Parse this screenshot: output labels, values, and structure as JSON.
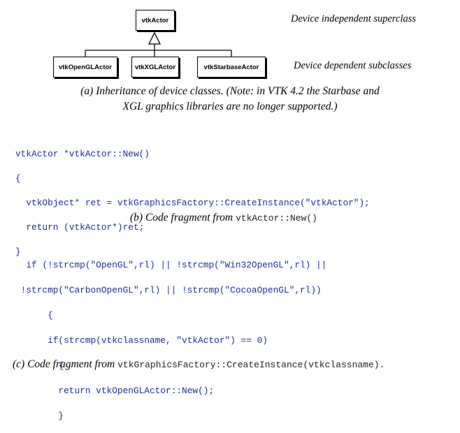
{
  "diagram": {
    "superclass": "vtkActor",
    "subclasses": [
      "vtkOpenGLActor",
      "vtkXGLActor",
      "vtkStarbaseActor"
    ],
    "label_top": "Device independent superclass",
    "label_bottom": "Device dependent subclasses"
  },
  "caption_a": {
    "line1": "(a) Inheritance of device classes. (Note: in VTK 4.2 the Starbase and",
    "line2": "XGL graphics libraries are no longer supported.)"
  },
  "code_b": {
    "lines": [
      "vtkActor *vtkActor::New()",
      "{",
      "  vtkObject* ret = vtkGraphicsFactory::CreateInstance(\"vtkActor\");",
      "  return (vtkActor*)ret;",
      "}"
    ]
  },
  "caption_b": {
    "text": "(b) Code fragment from ",
    "code": "vtkActor::New()"
  },
  "code_c": {
    "lines": [
      "  if (!strcmp(\"OpenGL\",rl) || !strcmp(\"Win32OpenGL\",rl) ||",
      " !strcmp(\"CarbonOpenGL\",rl) || !strcmp(\"CocoaOpenGL\",rl))",
      "      {",
      "      if(strcmp(vtkclassname, \"vtkActor\") == 0)",
      "        {",
      "        return vtkOpenGLActor::New();",
      "        }"
    ]
  },
  "caption_c": {
    "text": "(c) Code fragment from ",
    "code": "vtkGraphicsFactory::CreateInstance(vtkclassname)."
  }
}
